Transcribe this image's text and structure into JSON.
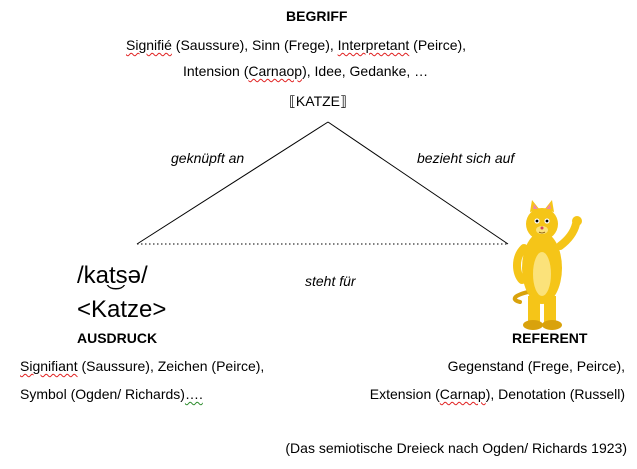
{
  "begriff": {
    "title": "BEGRIFF",
    "line1": {
      "w1": "Signifié",
      "t1": " (Saussure), Sinn (Frege), ",
      "w2": "Interpretant",
      "t2": " (Peirce),"
    },
    "line2": {
      "t1": "Intension (",
      "w1": "Carnaop",
      "t2": "), Idee, Gedanke, …"
    },
    "notation": "⟦KATZE⟧"
  },
  "edges": {
    "left": "geknüpft an",
    "right": "bezieht sich auf",
    "bottom": "steht für"
  },
  "ausdruck": {
    "phonetic": "/kat͜sə/",
    "word": "<Katze>",
    "title": "AUSDRUCK",
    "line1": {
      "w1": "Signifiant",
      "t1": " (Saussure), Zeichen (Peirce),"
    },
    "line2": {
      "t1": "Symbol (Ogden/ Richards)",
      "w1": "…."
    }
  },
  "referent": {
    "title": "REFERENT",
    "line1": "Gegenstand (Frege,  Peirce),",
    "line2": {
      "t1": "Extension (",
      "w1": "Carnap",
      "t2": "), Denotation (Russell)"
    }
  },
  "caption": "(Das semiotische Dreieck nach Ogden/ Richards 1923)",
  "colors": {
    "spell_error": "#e02020",
    "grammar_error": "#2a8a2a",
    "cat_body": "#f5c518",
    "cat_shade": "#d9a20c"
  }
}
